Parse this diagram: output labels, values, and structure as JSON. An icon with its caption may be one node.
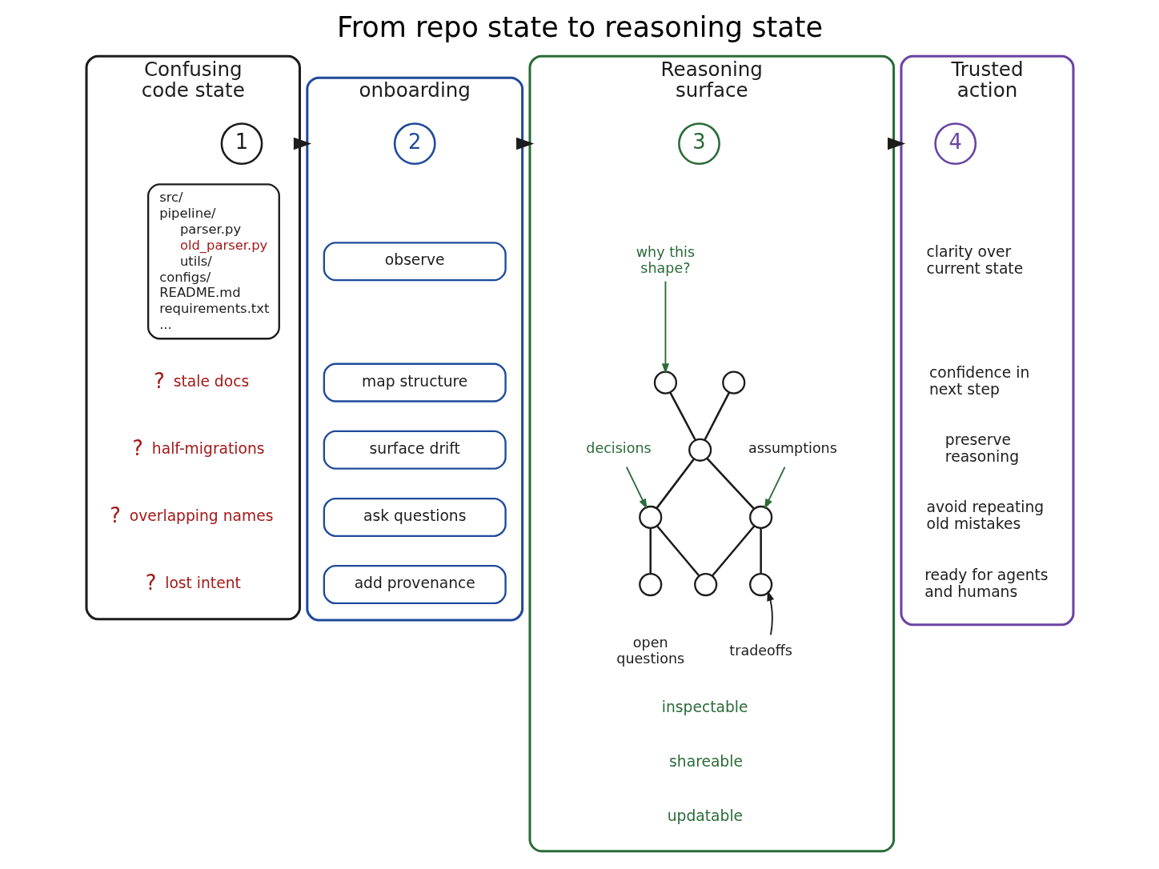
{
  "diagram": {
    "title": "From repo state to reasoning state",
    "nodes": [
      {
        "text": [
          "Confusing code state"
        ]
      },
      {
        "text": [
          "1"
        ],
        "in": 0
      },
      {
        "text": [
          "src/",
          "pipeline/",
          "parser.py",
          "old_parser.py",
          "utils/",
          "configs/",
          "README.md",
          "requirements.txt",
          "..."
        ],
        "in": 0
      },
      {
        "text": [
          "onboarding"
        ]
      },
      {
        "text": [
          "2"
        ],
        "in": 3
      },
      {
        "text": [
          "observe"
        ],
        "in": 3
      },
      {
        "text": [
          "map structure"
        ],
        "in": 3
      },
      {
        "text": [
          "surface drift"
        ],
        "in": 3
      },
      {
        "text": [
          "ask questions"
        ],
        "in": 3
      },
      {
        "text": [
          "add provenance"
        ],
        "in": 3
      },
      {
        "text": [
          "Reasoning surface"
        ]
      },
      {
        "text": [
          "3"
        ],
        "in": 10
      },
      {
        "text": [
          "why this shape?"
        ],
        "in": 10
      },
      {
        "text": [],
        "shape": "circle",
        "in": 10
      },
      {
        "text": [
          "assumptions"
        ],
        "in": 10
      },
      {
        "text": [],
        "shape": "circle",
        "in": 10
      },
      {
        "text": [],
        "shape": "circle",
        "in": 10
      },
      {
        "text": [],
        "shape": "circle",
        "in": 10
      },
      {
        "text": [
          "decisions"
        ],
        "in": 10
      },
      {
        "text": [],
        "shape": "circle",
        "in": 10
      },
      {
        "text": [],
        "shape": "circle",
        "in": 10
      },
      {
        "text": [],
        "shape": "circle",
        "in": 10
      },
      {
        "text": [],
        "shape": "circle",
        "in": 10,
        "beside": [
          "open questions"
        ]
      },
      {
        "text": [
          "tradeoffs"
        ],
        "in": 10
      },
      {
        "text": [
          "Trusted action"
        ]
      },
      {
        "text": [
          "4"
        ],
        "in": 24
      }
    ],
    "edges": [
      {
        "from": 0,
        "to": 3,
        "arrow": "to"
      },
      {
        "from": 3,
        "to": 10,
        "arrow": "to"
      },
      {
        "from": 10,
        "to": 24,
        "arrow": "to"
      },
      {
        "from": 13,
        "to": 16,
        "arrow": "none"
      },
      {
        "from": 15,
        "to": 16,
        "arrow": "none"
      },
      {
        "from": 16,
        "to": 17,
        "arrow": "none"
      },
      {
        "from": 17,
        "to": 21,
        "arrow": "none"
      },
      {
        "from": 17,
        "to": 20,
        "arrow": "none"
      },
      {
        "from": 19,
        "to": 20,
        "arrow": "none"
      },
      {
        "from": 16,
        "to": 19,
        "arrow": "none"
      },
      {
        "from": 19,
        "to": 22,
        "arrow": "none"
      },
      {
        "from": 14,
        "to": 17,
        "arrow": "to",
        "color": "#2e6b3a"
      },
      {
        "from": 12,
        "to": 15,
        "arrow": "to",
        "color": "#2e6b3a"
      },
      {
        "from": 18,
        "to": 19,
        "arrow": "to",
        "color": "#2e6b3a"
      },
      {
        "from": 23,
        "to": 21,
        "arrow": "to"
      }
    ],
    "labels": [
      "?",
      "stale docs",
      "?",
      "half-migrations",
      "?",
      "overlapping names",
      "?",
      "lost intent",
      "inspectable",
      "shareable",
      "updatable",
      "clarity over current state",
      "confidence in next step",
      "preserve reasoning",
      "avoid repeating old mistakes",
      "ready for agents and humans"
    ]
  }
}
